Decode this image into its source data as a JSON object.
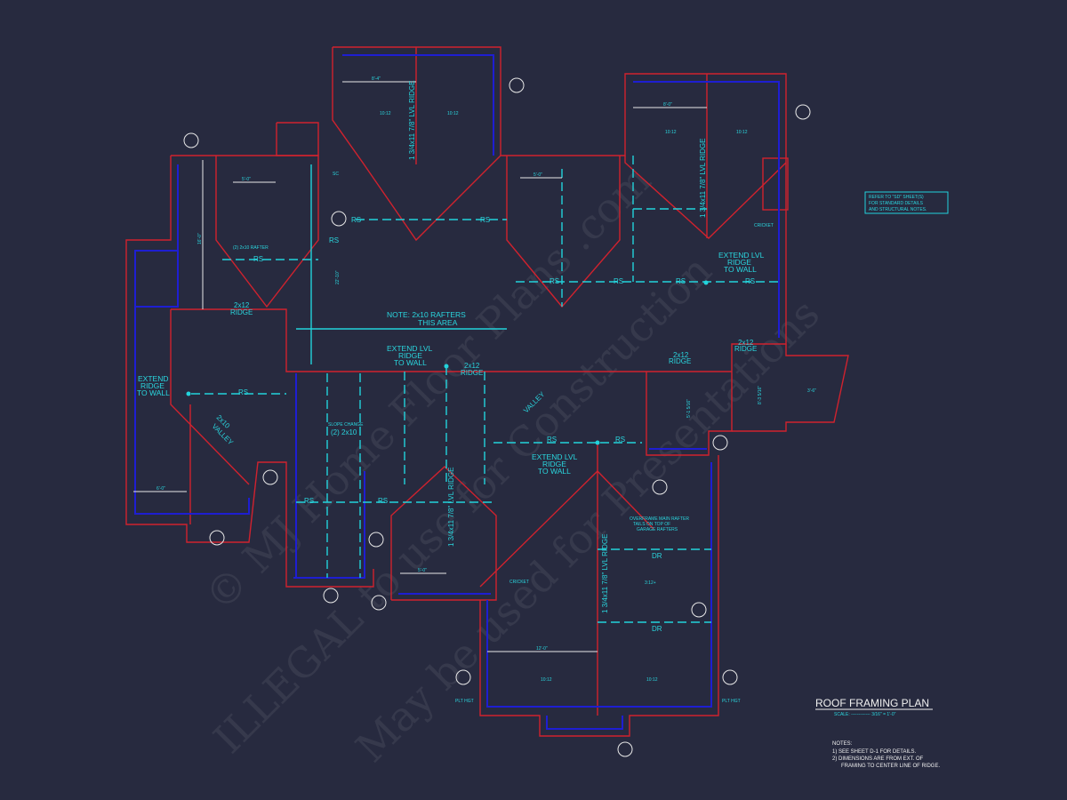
{
  "drawing": {
    "title": "ROOF FRAMING PLAN",
    "scale": "SCALE: ------------- 3/16\" = 1'-0\"",
    "notes_heading": "NOTES:",
    "notes": [
      "1) SEE SHEET D-1 FOR DETAILS.",
      "2) DIMENSIONS ARE FROM EXT. OF",
      "FRAMING TO CENTER LINE OF RIDGE."
    ],
    "refer_box": [
      "REFER TO \"SD\" SHEET(S)",
      "FOR STANDARD DETAILS",
      "AND STRUCTURAL NOTES."
    ],
    "watermark": [
      "© MJ Home Floor Plans .com",
      "ILLEGAL to use for Construction",
      "May be used for Presentations"
    ]
  },
  "labels": {
    "note_rafters_1": "NOTE: 2x10 RAFTERS",
    "note_rafters_2": "THIS AREA",
    "extend_lvl_1": "EXTEND LVL",
    "ridge": "RIDGE",
    "to_wall": "TO WALL",
    "extend": "EXTEND",
    "ridge_2x12": "2x12",
    "rs": "RS",
    "valley": "VALLEY",
    "valley_2x10": "2x10",
    "dr": "DR",
    "slope_change": "SLOPE CHANGE",
    "double_2x10": "(2) 2x10",
    "double_2x10_rafter": "(2) 2x10 RAFTER",
    "lvl_ridge": "1 3/4x11 7/8\" LVL RIDGE",
    "cricket": "CRICKET",
    "sc": "SC",
    "overframe_1": "OVERFRAME MAIN RAFTER",
    "overframe_2": "TAILS ON TOP OF",
    "overframe_3": "GARAGE RAFTERS",
    "dim_8_4": "8'-4\"",
    "dim_8_0": "8'-0\"",
    "dim_5_0": "5'-0\"",
    "dim_6_0": "6'-0\"",
    "dim_12_0": "12'-0\"",
    "dim_16_0": "16'-0\"",
    "dim_22_10": "22'-10\"",
    "dim_5_1": "5'-1 5/16\"",
    "dim_8_3": "8'-3 5/16\"",
    "dim_3_6": "3'-6\"",
    "pitch_12": "10:12",
    "pitch_3": "3:12+",
    "plt_ht": "PLT HGT"
  }
}
